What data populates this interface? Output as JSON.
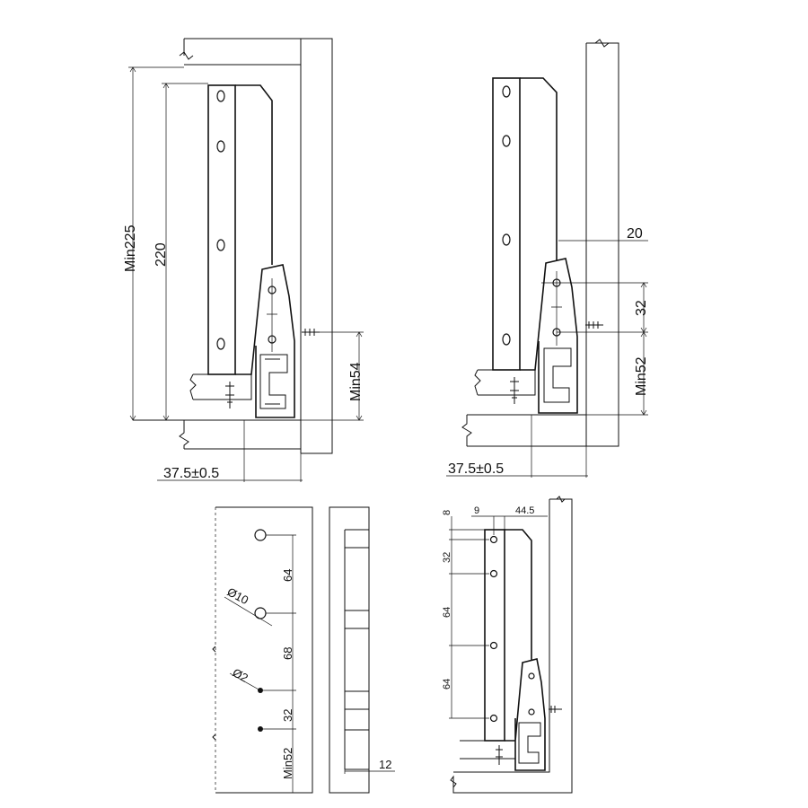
{
  "drawing": {
    "view_a": {
      "dim_height_outer": "Min225",
      "dim_height_side": "220",
      "dim_bottom_clearance": "Min54",
      "dim_offset": "37.5±0.5"
    },
    "view_b": {
      "dim_gap": "20",
      "dim_hole_spacing": "32",
      "dim_bottom_clearance": "Min52",
      "dim_offset": "37.5±0.5"
    },
    "view_c": {
      "dim_hole_dia": "Ø10",
      "dim_pilot_dia": "Ø2",
      "dim_spacing_1": "64",
      "dim_spacing_2": "68",
      "dim_spacing_3": "32",
      "dim_bottom": "Min52",
      "dim_thickness": "12"
    },
    "view_d": {
      "dim_top": "8",
      "dim_left": "9",
      "dim_width": "44.5",
      "dim_spacing_1": "32",
      "dim_spacing_2": "64",
      "dim_spacing_3": "64"
    }
  }
}
